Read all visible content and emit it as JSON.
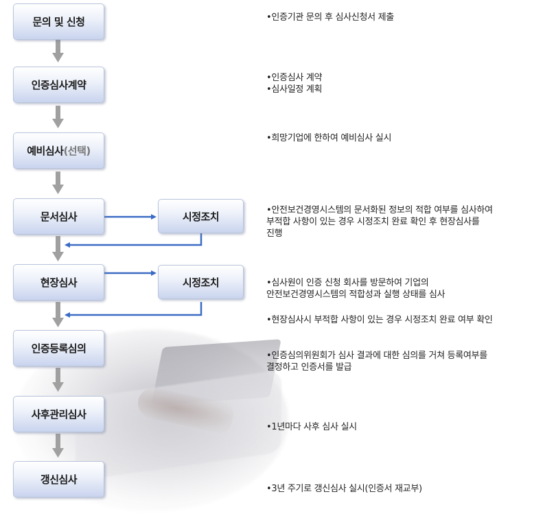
{
  "steps": [
    {
      "label": "문의 및 신청"
    },
    {
      "label": "인증심사계약"
    },
    {
      "label": "예비심사",
      "label_suffix": "(선택)"
    },
    {
      "label": "문서심사"
    },
    {
      "label": "현장심사"
    },
    {
      "label": "인증등록심의"
    },
    {
      "label": "사후관리심사"
    },
    {
      "label": "갱신심사"
    }
  ],
  "side_steps": [
    {
      "label": "시정조치"
    },
    {
      "label": "시정조치"
    }
  ],
  "descriptions": [
    [
      "•인증기관 문의 후 심사신청서 제출"
    ],
    [
      "•인증심사 계약",
      "•심사일정 계획"
    ],
    [
      "•희망기업에 한하여 예비심사 실시"
    ],
    [
      "•안전보건경영시스템의 문서화된 정보의 적합 여부를 심사하여",
      "부적합 사항이 있는 경우 시정조치 완료 확인 후 현장심사를",
      "진행"
    ],
    [
      "•심사원이 인증 신청 회사를 방문하여 기업의",
      "안전보건경영시스템의 적합성과 실행 상태를 심사"
    ],
    [
      "•현장심사시 부적합 사항이 있는 경우 시정조치 완료 여부 확인"
    ],
    [
      "•인증심의위원회가 심사 결과에 대한 심의를 거쳐 등록여부를",
      "결정하고 인증서를 발급"
    ],
    [
      "•1년마다 사후 심사 실시"
    ],
    [
      "•3년 주기로 갱신심사 실시(인증서 재교부)"
    ]
  ],
  "colors": {
    "down_arrow": "#a0a0a0",
    "flow_arrow": "#3b6cc4"
  }
}
